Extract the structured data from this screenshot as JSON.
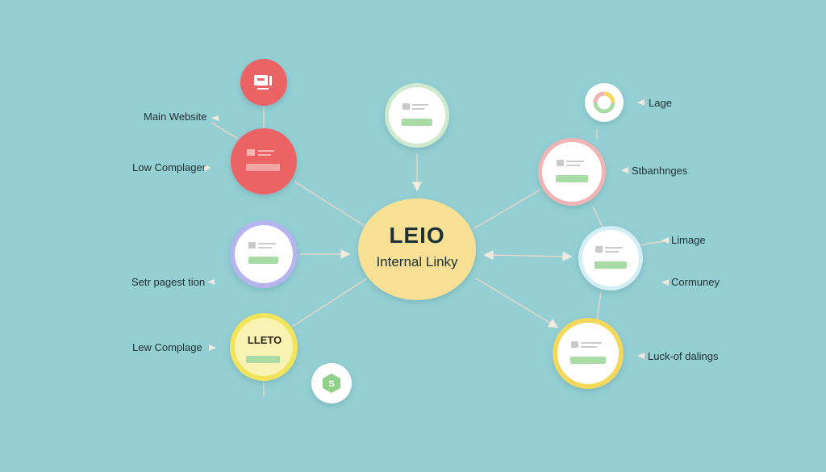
{
  "center": {
    "title": "LEIO",
    "subtitle": "Internal Linky"
  },
  "labels": {
    "main_website": "Main Website",
    "low_complager": "Low Complager",
    "setr_pagestion": "Setr pagest tion",
    "lew_complage": "Lew Complage",
    "lage": "Lage",
    "stbanhnges": "Stbanhnges",
    "limage": "Limage",
    "cormuney": "Cormuney",
    "luck_of_dalings": "Luck-of dalings"
  },
  "nodes": {
    "yellow_left_text": "LLETO"
  },
  "colors": {
    "background": "#94cfd4",
    "center_fill": "#f7df93",
    "red": "#ec6466",
    "purple": "#b6b4ee",
    "yellow": "#f1e45a",
    "green_top": "#cfe9cf",
    "pink_ring": "#f1b3b3",
    "blue_ring": "#d4eef5",
    "gold_ring": "#f3d85d",
    "card_green": "#a9dca4",
    "connector": "#e5d6c6"
  }
}
